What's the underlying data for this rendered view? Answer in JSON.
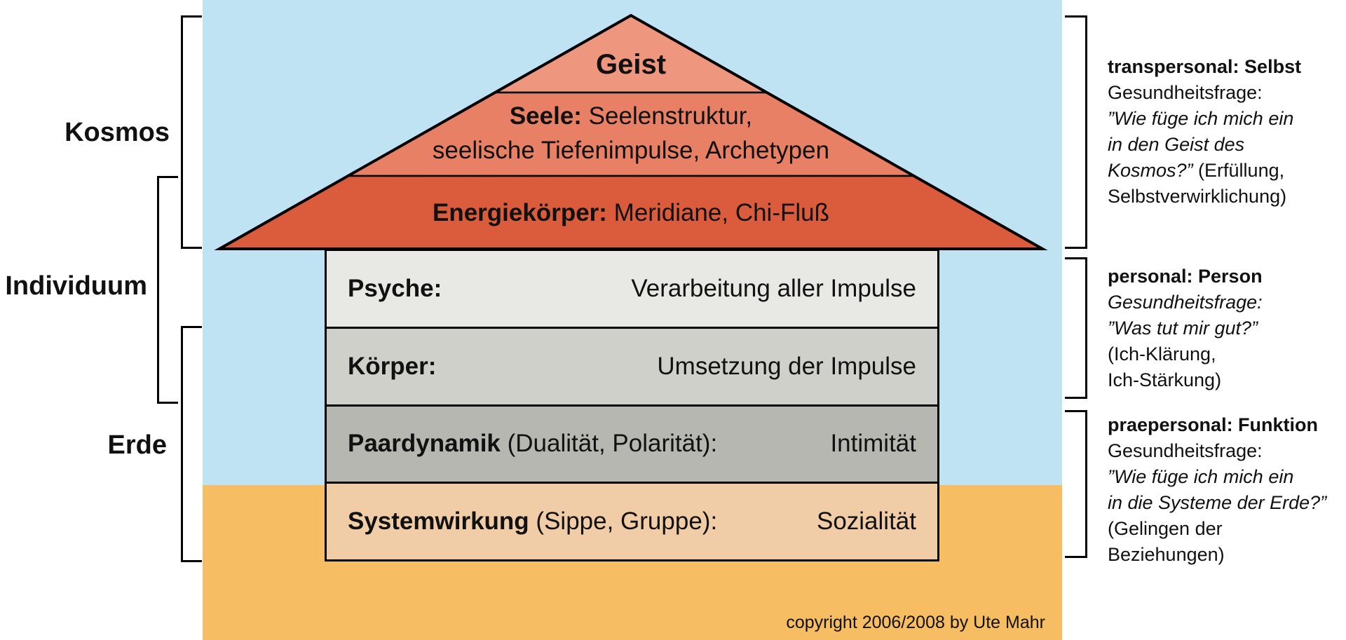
{
  "colors": {
    "sky": "#bfe3f3",
    "ground": "#f7bd63",
    "roof_geist": "#ef967e",
    "roof_seele": "#e88066",
    "roof_energie": "#da5c3c",
    "row_psyche": "#e8e8e4",
    "row_koerper": "#d0d0ca",
    "row_paardynamik": "#b6b7b1",
    "row_systemwirkung": "#f1cda7",
    "outline": "#000000"
  },
  "left_labels": {
    "kosmos": "Kosmos",
    "individuum": "Individuum",
    "erde": "Erde"
  },
  "roof": {
    "geist_label": "Geist",
    "seele_label_bold": "Seele:",
    "seele_line1_rest": " Seelenstruktur,",
    "seele_line2": "seelische Tiefenimpulse, Archetypen",
    "energie_label_bold": "Energiekörper:",
    "energie_rest": " Meridiane, Chi-Fluß"
  },
  "rows": [
    {
      "label_bold": "Psyche:",
      "label_rest": "",
      "value": "Verarbeitung aller Impulse",
      "color": "#e8e8e4"
    },
    {
      "label_bold": "Körper:",
      "label_rest": "",
      "value": "Umsetzung der Impulse",
      "color": "#d0d0ca"
    },
    {
      "label_bold": "Paardynamik",
      "label_rest": " (Dualität, Polarität):",
      "value": "Intimität",
      "color": "#b6b7b1"
    },
    {
      "label_bold": "Systemwirkung",
      "label_rest": " (Sippe, Gruppe):",
      "value": "Sozialität",
      "color": "#f1cda7"
    }
  ],
  "annotations": {
    "transpersonal": {
      "title": "transpersonal: Selbst",
      "line2": "Gesundheitsfrage:",
      "line3": "”Wie füge ich mich ein",
      "line4": "in den Geist des",
      "line5_italic": "Kosmos?”",
      "line5_regular": " (Erfüllung,",
      "line6": "Selbstverwirklichung)"
    },
    "personal": {
      "title": "personal: Person",
      "line2": "Gesundheitsfrage:",
      "line3": "”Was tut mir gut?”",
      "line4": "(Ich-Klärung,",
      "line5": "Ich-Stärkung)"
    },
    "praepersonal": {
      "title": "praepersonal: Funktion",
      "line2": "Gesundheitsfrage:",
      "line3": "”Wie füge ich mich ein",
      "line4": "in die Systeme der Erde?”",
      "line5": "(Gelingen der Beziehungen)"
    }
  },
  "copyright": "copyright 2006/2008 by Ute Mahr"
}
